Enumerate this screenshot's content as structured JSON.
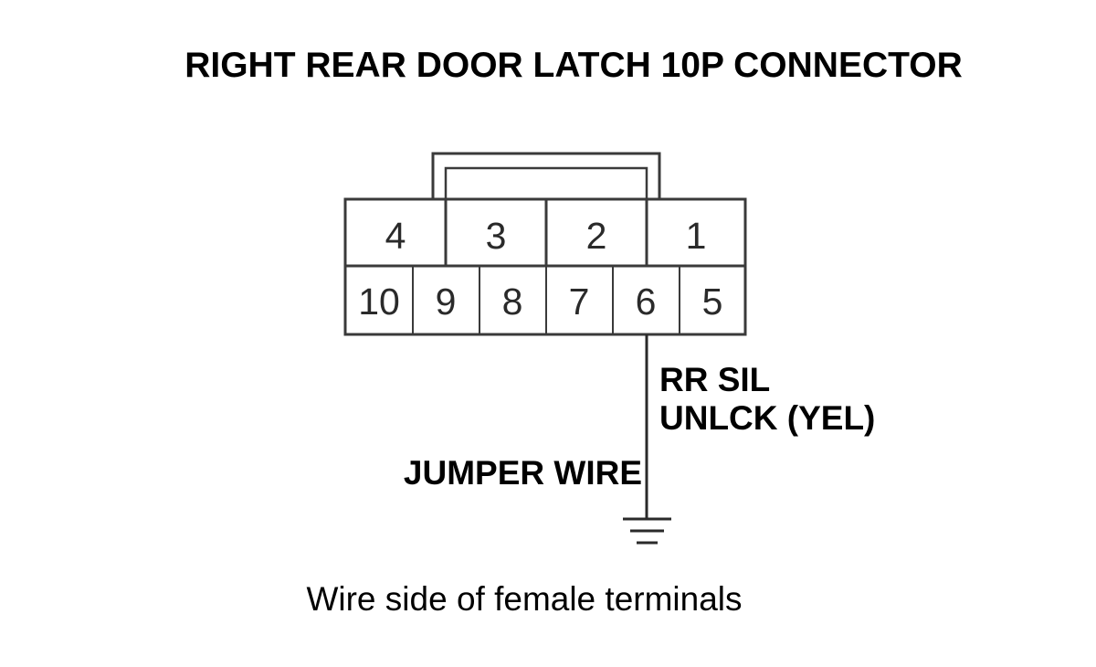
{
  "title": "RIGHT REAR DOOR LATCH 10P CONNECTOR",
  "connector": {
    "top_row": [
      "4",
      "3",
      "2",
      "1"
    ],
    "bottom_row": [
      "10",
      "9",
      "8",
      "7",
      "6",
      "5"
    ]
  },
  "wire_label": {
    "line1": "RR SIL",
    "line2": "UNLCK (YEL)"
  },
  "jumper_label": "JUMPER WIRE",
  "caption": "Wire side of female terminals",
  "colors": {
    "line": "#2a2a2a",
    "connector_stroke": "#3a3a3a",
    "text": "#000000"
  }
}
